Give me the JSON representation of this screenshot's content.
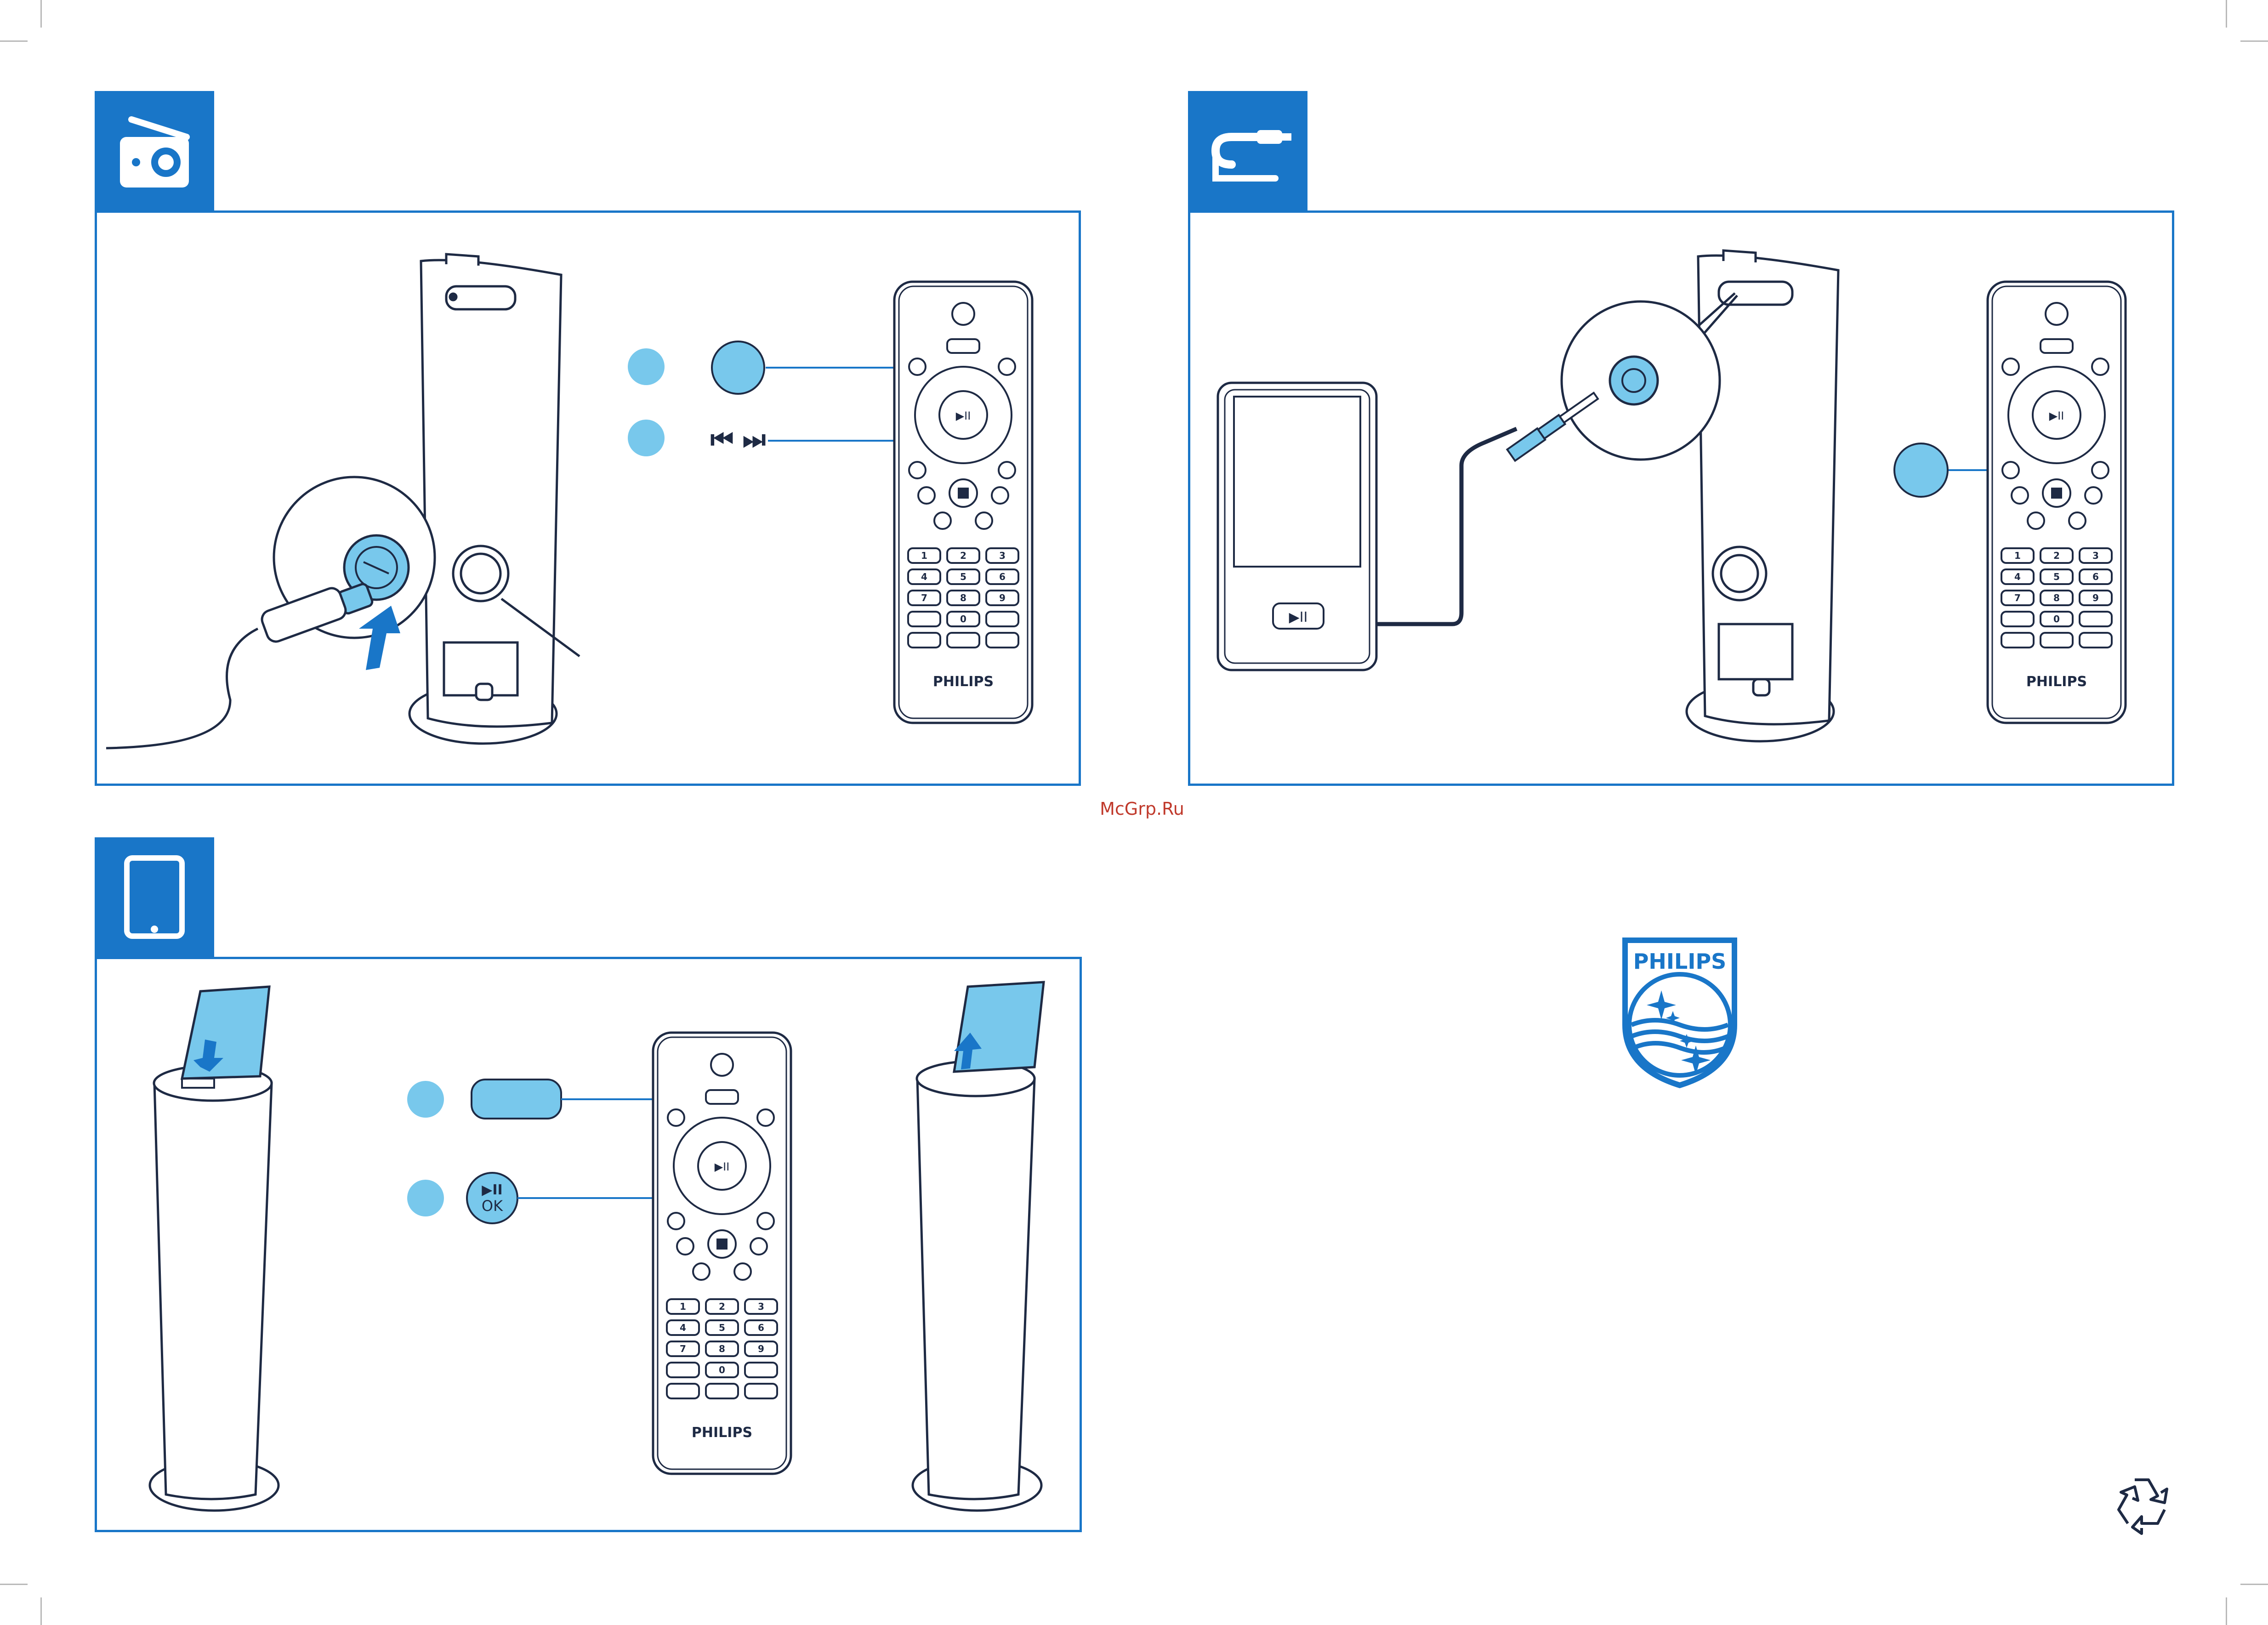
{
  "colors": {
    "accent": "#1976c8",
    "highlight": "#78c8ec",
    "line": "#1e2a44"
  },
  "icons": {
    "section1": "radio-icon",
    "section2": "cable-plug-icon",
    "section3": "tablet-icon",
    "recycle": "recycle-icon"
  },
  "remote": {
    "brand": "PHILIPS",
    "keypad": [
      "1",
      "2",
      "3",
      "4",
      "5",
      "6",
      "7",
      "8",
      "9",
      "0"
    ]
  },
  "section1": {
    "skip_buttons": "⏮ ⏭"
  },
  "section3": {
    "play_button_symbol": "▶II",
    "play_button_ok": "OK"
  },
  "player": {
    "play_button": "▶II"
  },
  "logo": {
    "brand": "PHILIPS"
  },
  "watermark": "McGrp.Ru"
}
